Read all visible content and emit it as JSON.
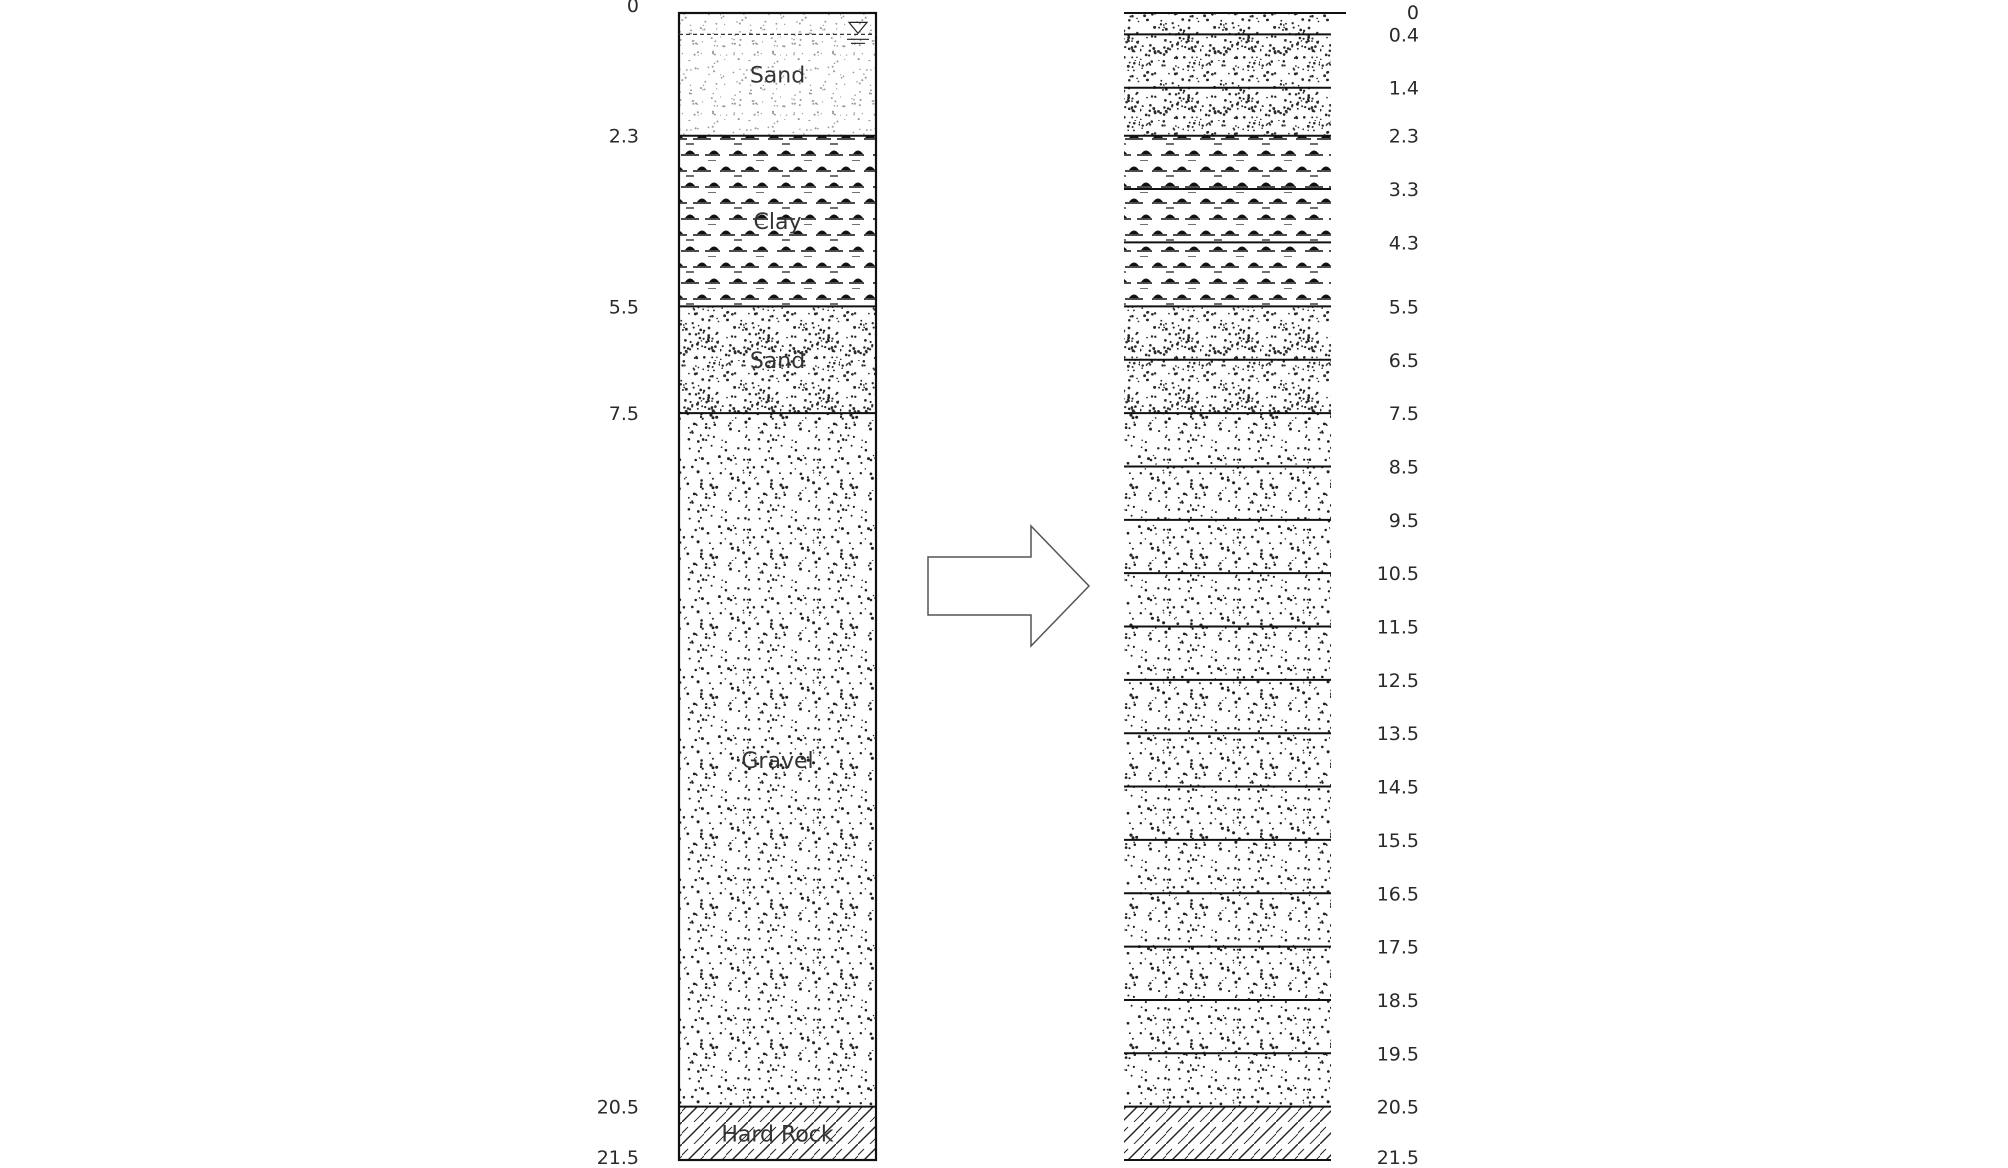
{
  "left_column": {
    "layers": [
      {
        "name": "Sand",
        "top": 0,
        "bottom": 2.3,
        "pattern": "fine-sand"
      },
      {
        "name": "Clay",
        "top": 2.3,
        "bottom": 5.5,
        "pattern": "clay"
      },
      {
        "name": "Sand",
        "top": 5.5,
        "bottom": 7.5,
        "pattern": "dense-sand"
      },
      {
        "name": "Gravel",
        "top": 7.5,
        "bottom": 20.5,
        "pattern": "gravel"
      },
      {
        "name": "Hard Rock",
        "top": 20.5,
        "bottom": 21.5,
        "pattern": "rock"
      }
    ],
    "depth_labels": [
      "0",
      "2.3",
      "5.5",
      "7.5",
      "20.5",
      "21.5"
    ],
    "depth_values": [
      0,
      2.3,
      5.5,
      7.5,
      20.5,
      21.5
    ],
    "water_table_depth": 0.4,
    "water_table_icon": "water-table-icon"
  },
  "right_column": {
    "depth_labels": [
      "0",
      "0.4",
      "1.4",
      "2.3",
      "3.3",
      "4.3",
      "5.5",
      "6.5",
      "7.5",
      "8.5",
      "9.5",
      "10.5",
      "11.5",
      "12.5",
      "13.5",
      "14.5",
      "15.5",
      "16.5",
      "17.5",
      "18.5",
      "19.5",
      "20.5",
      "21.5"
    ],
    "depth_values": [
      0,
      0.4,
      1.4,
      2.3,
      3.3,
      4.3,
      5.5,
      6.5,
      7.5,
      8.5,
      9.5,
      10.5,
      11.5,
      12.5,
      13.5,
      14.5,
      15.5,
      16.5,
      17.5,
      18.5,
      19.5,
      20.5,
      21.5
    ]
  },
  "arrow_icon": "arrow-right-icon"
}
